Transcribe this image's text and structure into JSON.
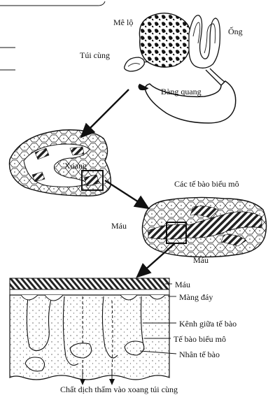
{
  "labels": {
    "me_lo": "Mê lộ",
    "ong": "Ống",
    "tui_cung": "Túi cùng",
    "bang_quang": "Bàng quang",
    "xoang": "Xoang",
    "cac_te_bao_bieu_mo": "Các tế bào biểu mô",
    "mau_left": "Máu",
    "mau_mid": "Máu",
    "mau_bottom": "Máu",
    "mang_day": "Màng đáy",
    "kenh_giua_te_bao": "Kênh giữa tế bào",
    "te_bao_bieu_mo": "Tế bào biểu mô",
    "nhan_te_bao": "Nhân tế bào",
    "chat_dich_tham": "Chất dịch thấm vào xoang túi cùng"
  },
  "colors": {
    "ink": "#111111",
    "paper": "#ffffff",
    "hatch": "#222222"
  }
}
